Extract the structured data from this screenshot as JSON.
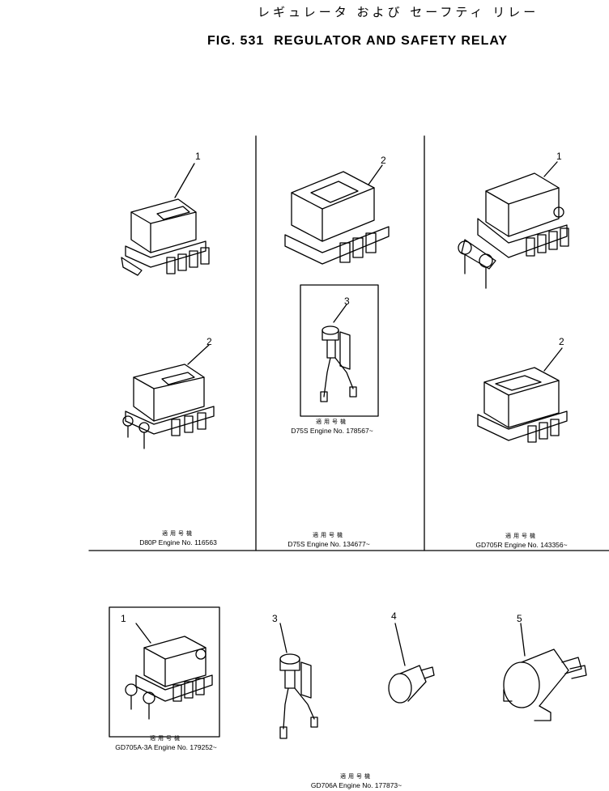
{
  "header": {
    "japanese_title": "レギュレータ および セーフティ リレー",
    "fig_number": "FIG. 531",
    "title": "REGULATOR AND SAFETY RELAY"
  },
  "callouts": {
    "p1": "1",
    "p2": "2",
    "p3": "2",
    "p4": "3",
    "p5": "1",
    "p6": "2",
    "p7": "1",
    "p8": "3",
    "p9": "4",
    "p10": "5"
  },
  "captions": {
    "c1": {
      "jp": "適用号機",
      "text": "D80P Engine No. 116563"
    },
    "c2": {
      "jp": "適用号機",
      "text": "D75S Engine No. 178567~"
    },
    "c3": {
      "jp": "適用号機",
      "text": "D75S Engine No. 134677~"
    },
    "c4": {
      "jp": "適用号機",
      "text": "GD705R Engine No. 143356~"
    },
    "c5": {
      "jp": "適用号機",
      "text": "GD705A-3A Engine No. 179252~"
    },
    "c6": {
      "jp": "適用号機",
      "text": "GD706A Engine No. 177873~"
    }
  }
}
